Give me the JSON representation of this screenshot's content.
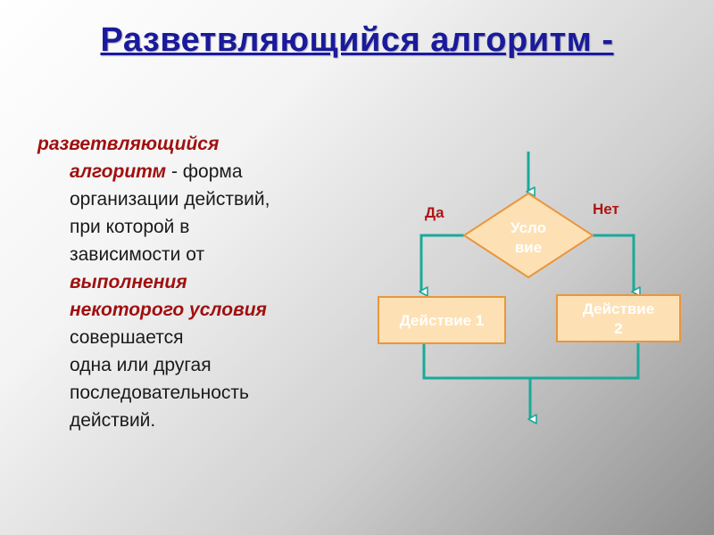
{
  "slide": {
    "title": "Разветвляющийся алгоритм -",
    "definition": {
      "term_line1": "разветвляющийся",
      "term_line2": "алгоритм",
      "after_term": " - форма",
      "line3": "организации действий,",
      "line4": "при которой в",
      "line5": "зависимости от",
      "cond_line1": "выполнения",
      "cond_line2": "некоторого условия",
      "line8": "совершается",
      "line9": "одна или другая",
      "line10": "последовательность",
      "line11": "действий."
    }
  },
  "flowchart": {
    "condition_line1": "Усло",
    "condition_line2": "вие",
    "yes_label": "Да",
    "no_label": "Нет",
    "action1_label": "Действие 1",
    "action2_line1": "Действие",
    "action2_line2": "2",
    "colors": {
      "line": "#1aa99a",
      "box_fill": "#fde1b4",
      "box_stroke": "#e9963e",
      "text": "#ffffff",
      "branch_label": "#b01515"
    }
  }
}
